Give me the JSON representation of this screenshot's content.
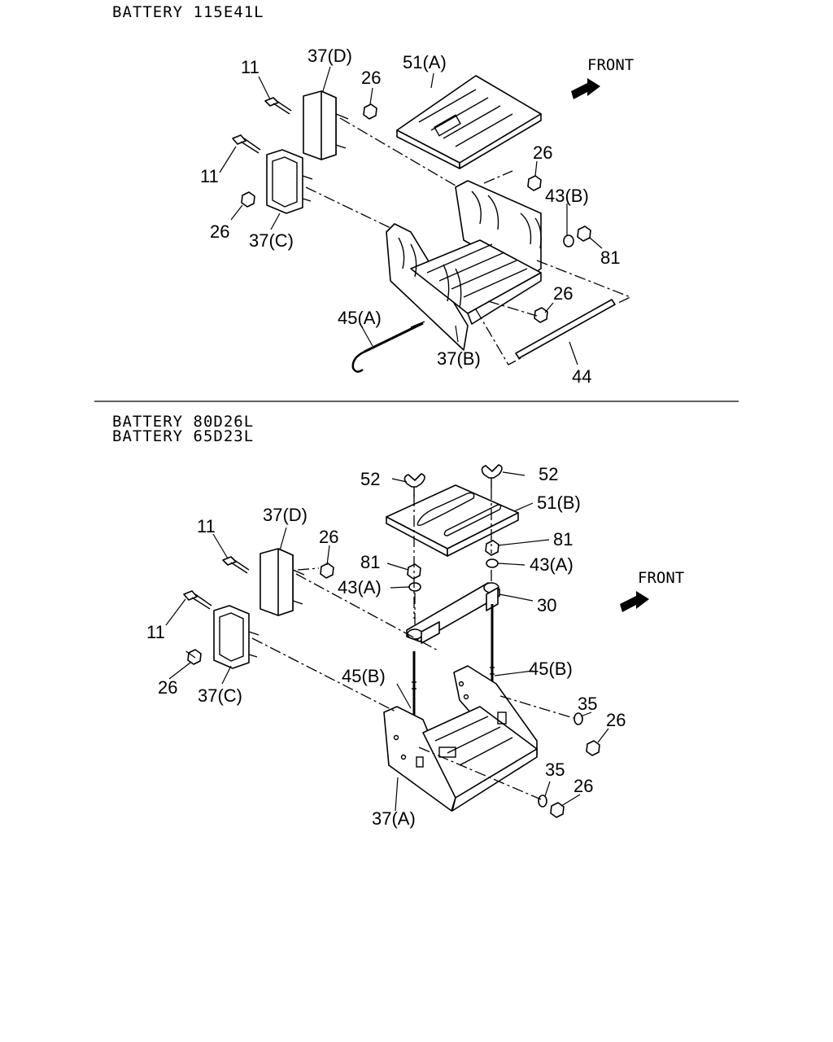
{
  "sections": [
    {
      "headers": [
        "BATTERY 115E41L"
      ],
      "front_label": "FRONT",
      "labels": [
        "11",
        "37(D)",
        "51(A)",
        "26",
        "11",
        "26",
        "37(C)",
        "26",
        "43(B)",
        "81",
        "26",
        "45(A)",
        "37(B)",
        "44"
      ]
    },
    {
      "headers": [
        "BATTERY 80D26L",
        "BATTERY 65D23L"
      ],
      "front_label": "FRONT",
      "labels": [
        "52",
        "52",
        "51(B)",
        "11",
        "37(D)",
        "26",
        "81",
        "81",
        "43(A)",
        "43(A)",
        "30",
        "11",
        "26",
        "37(C)",
        "45(B)",
        "45(B)",
        "35",
        "26",
        "35",
        "26",
        "37(A)"
      ]
    }
  ]
}
